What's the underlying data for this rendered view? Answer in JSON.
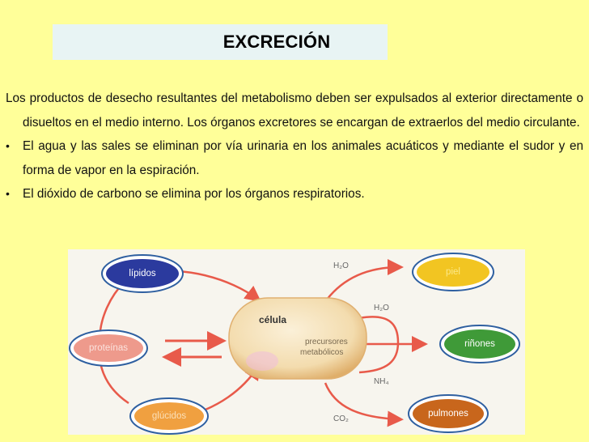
{
  "slide": {
    "title": "EXCRECIÓN",
    "intro": "Los productos de desecho resultantes del metabolismo deben ser expulsados al exterior directamente o disueltos en el medio interno. Los órganos excretores se encargan de extraerlos del medio circulante.",
    "bullets": [
      "El agua y las sales se eliminan por vía urinaria en los animales acuáticos y mediante el sudor y en forma de vapor en la espiración.",
      "El dióxido de carbono se elimina por los órganos respiratorios."
    ],
    "bullet_glyph": "•"
  },
  "diagram": {
    "inputs": [
      {
        "label": "lípidos",
        "color": "#2b3a9e"
      },
      {
        "label": "proteínas",
        "color": "#ee9a8c"
      },
      {
        "label": "glúcidos",
        "color": "#f0a040"
      }
    ],
    "center": {
      "title": "célula",
      "subtitle_line1": "precursores",
      "subtitle_line2": "metabólicos"
    },
    "products": {
      "h2o_top": "H₂O",
      "h2o_mid": "H₂O",
      "nh4": "NH₄",
      "co2": "CO₂"
    },
    "outputs": [
      {
        "label": "piel",
        "color": "#f2c522"
      },
      {
        "label": "riñones",
        "color": "#3f9a38"
      },
      {
        "label": "pulmones",
        "color": "#c8661c"
      }
    ],
    "arrow_color": "#e85a4a",
    "oval_border_color": "#2e5fa0"
  }
}
